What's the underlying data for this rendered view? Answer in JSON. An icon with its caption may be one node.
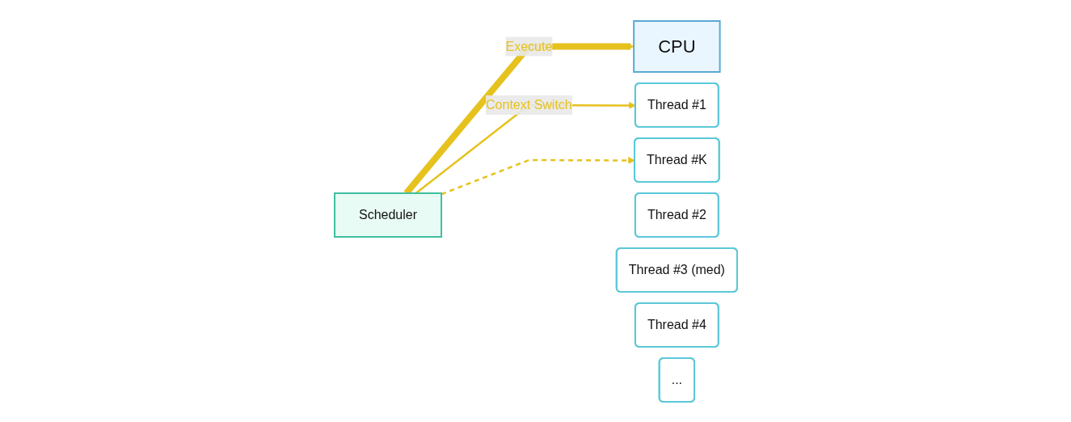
{
  "diagram": {
    "nodes": [
      {
        "text": [
          "CPU"
        ]
      },
      {
        "text": [
          "Scheduler"
        ]
      },
      {
        "text": [
          "Thread #1"
        ]
      },
      {
        "text": [
          "Thread #2"
        ]
      },
      {
        "text": [
          "Thread #3 (med)"
        ]
      },
      {
        "text": [
          "Thread #4"
        ]
      },
      {
        "text": [
          "..."
        ]
      },
      {
        "text": [
          "Thread #K"
        ]
      }
    ],
    "edges": [
      {
        "from": 1,
        "to": 0,
        "arrow": "to",
        "label": "Execute",
        "style": "thick"
      },
      {
        "from": 1,
        "to": 2,
        "arrow": "to",
        "label": "Context Switch"
      },
      {
        "from": 1,
        "to": 7,
        "arrow": "to",
        "style": "dashed"
      }
    ]
  }
}
